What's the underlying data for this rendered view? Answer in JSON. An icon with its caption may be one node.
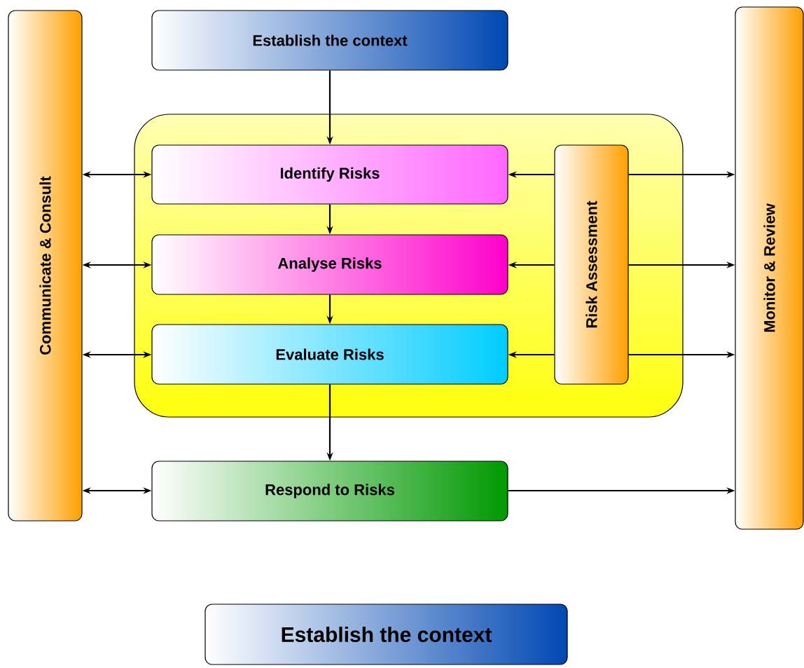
{
  "diagram": {
    "nodes": [
      {
        "text": [
          "Establish the context"
        ]
      },
      {
        "text": [
          "Communicate & Consult"
        ]
      },
      {
        "text": [
          "Monitor & Review"
        ]
      },
      {
        "text": [],
        "shape": "box"
      },
      {
        "text": [
          "Identify Risks"
        ],
        "in": 3
      },
      {
        "text": [
          "Analyse Risks"
        ],
        "in": 3
      },
      {
        "text": [
          "Evaluate Risks"
        ],
        "in": 3
      },
      {
        "text": [
          "Risk Assessment"
        ],
        "in": 3
      },
      {
        "text": [
          "Respond to Risks"
        ]
      },
      {
        "text": [
          "Establish the context"
        ]
      }
    ],
    "edges": [
      {
        "from": 0,
        "to": 4,
        "arrow": "to"
      },
      {
        "from": 4,
        "to": 5,
        "arrow": "to"
      },
      {
        "from": 5,
        "to": 6,
        "arrow": "to"
      },
      {
        "from": 6,
        "to": 8,
        "arrow": "to"
      },
      {
        "from": 1,
        "to": 4,
        "arrow": "both"
      },
      {
        "from": 1,
        "to": 5,
        "arrow": "both"
      },
      {
        "from": 1,
        "to": 6,
        "arrow": "both"
      },
      {
        "from": 1,
        "to": 8,
        "arrow": "both"
      },
      {
        "from": 7,
        "to": 4,
        "arrow": "to"
      },
      {
        "from": 7,
        "to": 5,
        "arrow": "to"
      },
      {
        "from": 7,
        "to": 6,
        "arrow": "to"
      },
      {
        "from": 7,
        "to": 2,
        "arrow": "to"
      },
      {
        "from": 7,
        "to": 2,
        "arrow": "to"
      },
      {
        "from": 7,
        "to": 2,
        "arrow": "to"
      },
      {
        "from": 8,
        "to": 2,
        "arrow": "to"
      }
    ]
  }
}
